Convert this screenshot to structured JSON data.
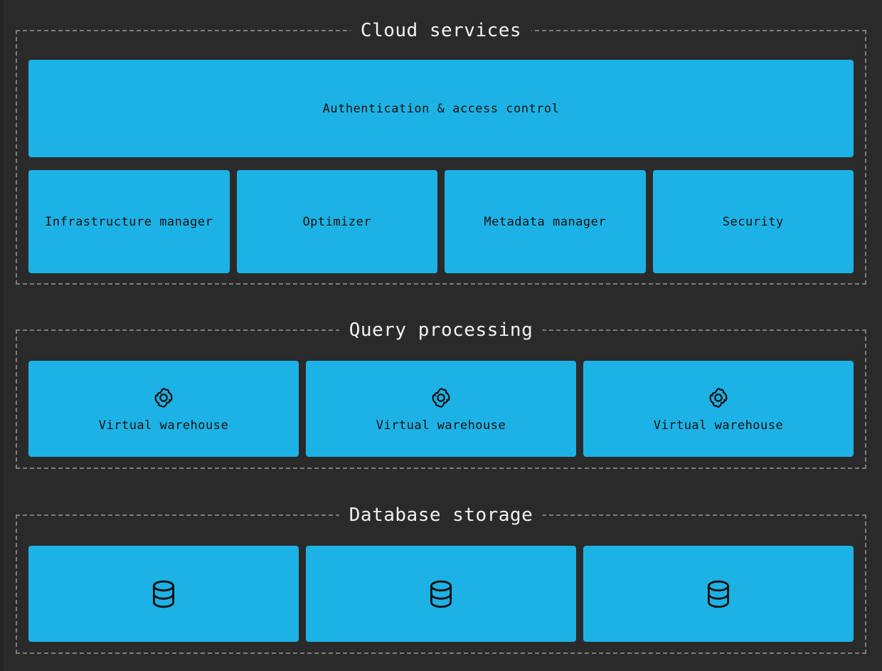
{
  "theme": {
    "background": "#2b2a2a",
    "card_fill": "#1db2e5",
    "card_text": "#111111",
    "group_border": "#7d7d7d",
    "title_text": "#f2f2f2"
  },
  "groups": [
    {
      "id": "cloud-services",
      "title": "Cloud services",
      "wide_card": {
        "label": "Authentication & access control"
      },
      "cards": [
        {
          "label": "Infrastructure manager"
        },
        {
          "label": "Optimizer"
        },
        {
          "label": "Metadata manager"
        },
        {
          "label": "Security"
        }
      ]
    },
    {
      "id": "query-processing",
      "title": "Query processing",
      "cards": [
        {
          "label": "Virtual warehouse",
          "icon": "gear-icon"
        },
        {
          "label": "Virtual warehouse",
          "icon": "gear-icon"
        },
        {
          "label": "Virtual warehouse",
          "icon": "gear-icon"
        }
      ]
    },
    {
      "id": "database-storage",
      "title": "Database storage",
      "cards": [
        {
          "label": "",
          "icon": "database-icon"
        },
        {
          "label": "",
          "icon": "database-icon"
        },
        {
          "label": "",
          "icon": "database-icon"
        }
      ]
    }
  ]
}
